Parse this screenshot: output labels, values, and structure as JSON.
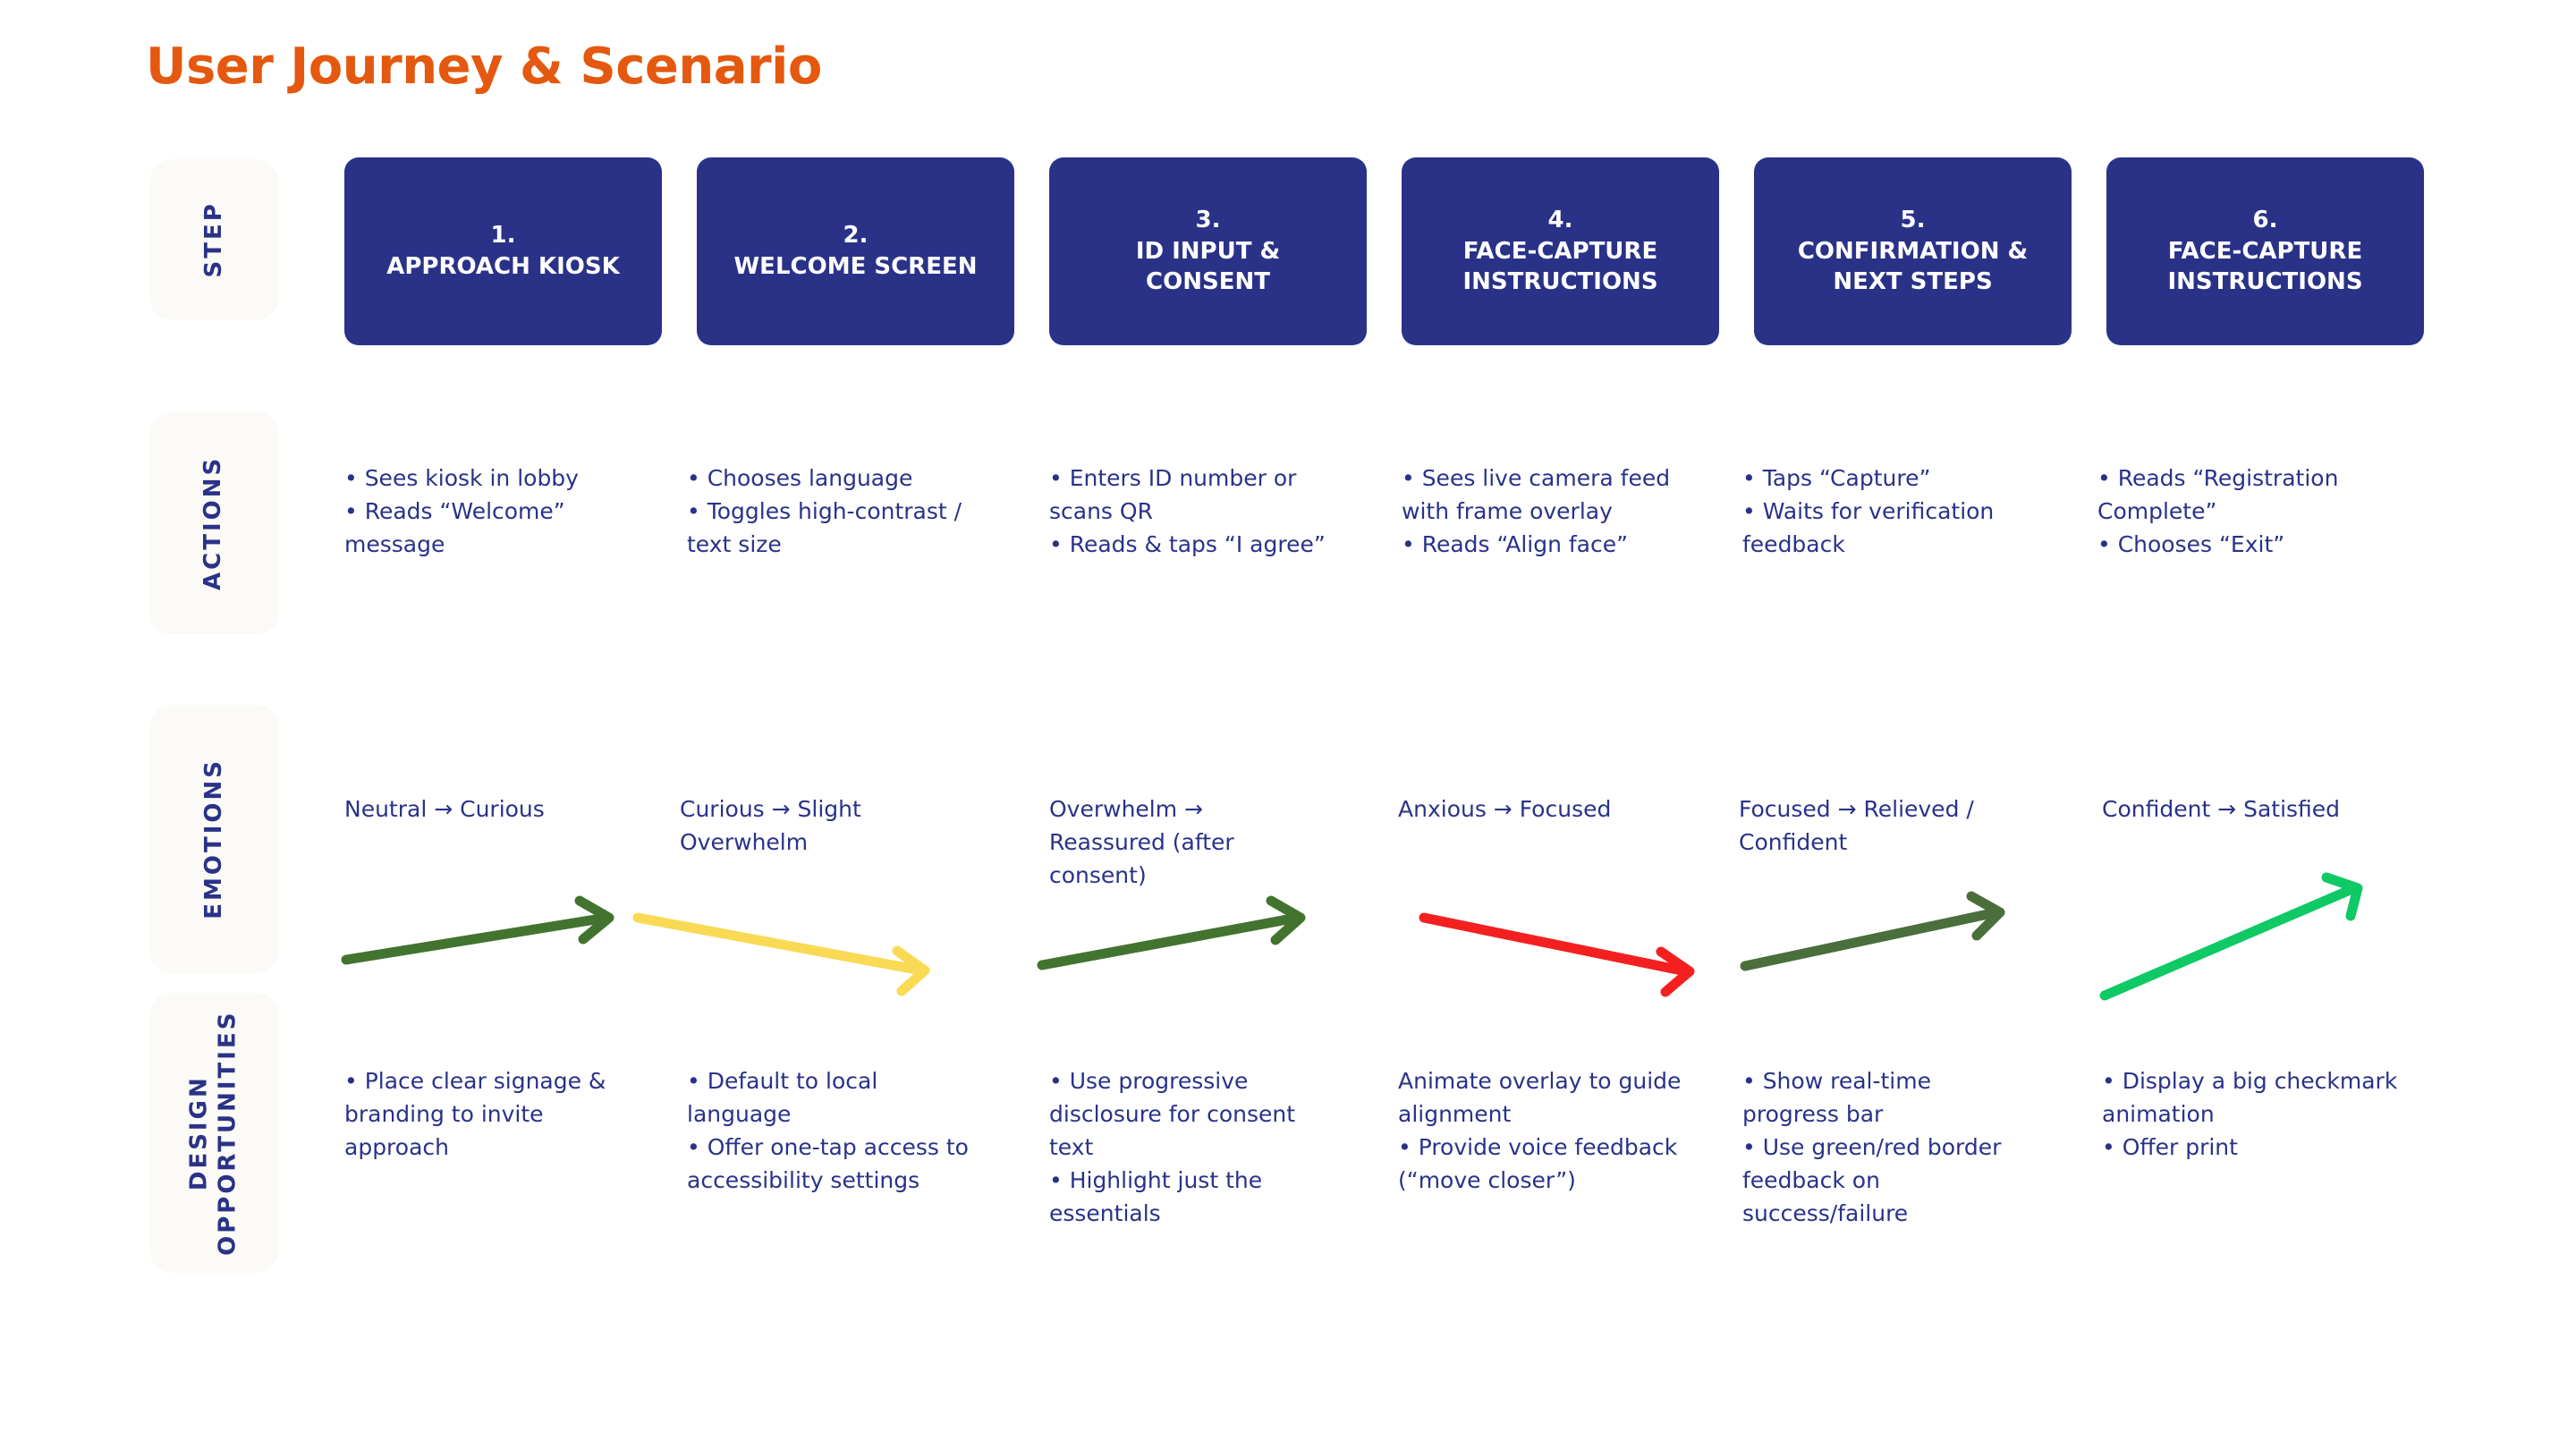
{
  "page": {
    "title": "User Journey & Scenario",
    "accent_color": "#e4580f",
    "navy_color": "#2a3288",
    "rail_bg_color": "#fbfaf6",
    "background_color": "#ffffff"
  },
  "rails": [
    {
      "key": "step",
      "label": "STEP"
    },
    {
      "key": "actions",
      "label": "ACTIONS"
    },
    {
      "key": "emotions",
      "label": "EMOTIONS"
    },
    {
      "key": "design",
      "label": "DESIGN\nOPPORTUNITIES"
    }
  ],
  "columns": [
    {
      "step_number": "1.",
      "step_name": "APPROACH KIOSK",
      "actions": "• Sees kiosk in lobby\n• Reads “Welcome”\nmessage",
      "emotion": "Neutral → Curious",
      "design": "• Place clear signage &\nbranding to invite\napproach",
      "arrow": {
        "name": "arrow-neutral-to-curious",
        "color": "#43742f",
        "direction": "up"
      }
    },
    {
      "step_number": "2.",
      "step_name": "WELCOME SCREEN",
      "actions": "• Chooses language\n• Toggles high-contrast /\ntext size",
      "emotion": "Curious → Slight\nOverwhelm",
      "design": "• Default to local\nlanguage\n• Offer one-tap access to\naccessibility settings",
      "arrow": {
        "name": "arrow-curious-to-overwhelm",
        "color": "#fada55",
        "direction": "down"
      }
    },
    {
      "step_number": "3.",
      "step_name": "ID INPUT &\nCONSENT",
      "actions": "• Enters ID number or\nscans QR\n• Reads & taps “I agree”",
      "emotion": "Overwhelm →\nReassured (after\nconsent)",
      "design": "• Use progressive\ndisclosure for consent\ntext\n• Highlight just the\nessentials",
      "arrow": {
        "name": "arrow-overwhelm-to-reassured",
        "color": "#43742f",
        "direction": "up"
      }
    },
    {
      "step_number": "4.",
      "step_name": "FACE-CAPTURE\nINSTRUCTIONS",
      "actions": "• Sees live camera feed\nwith frame overlay\n• Reads “Align face”",
      "emotion": "Anxious → Focused",
      "design": "Animate overlay to guide\nalignment\n• Provide voice feedback\n(“move closer”)",
      "arrow": {
        "name": "arrow-anxious-to-focused",
        "color": "#f42020",
        "direction": "down"
      }
    },
    {
      "step_number": "5.",
      "step_name": "CONFIRMATION &\nNEXT STEPS",
      "actions": "• Taps “Capture”\n• Waits for verification\nfeedback",
      "emotion": "Focused → Relieved /\nConfident",
      "design": "• Show real-time\nprogress bar\n• Use green/red border\nfeedback on\nsuccess/failure",
      "arrow": {
        "name": "arrow-focused-to-relieved",
        "color": "#4a6e3c",
        "direction": "up"
      }
    },
    {
      "step_number": "6.",
      "step_name": "FACE-CAPTURE\nINSTRUCTIONS",
      "actions": "• Reads “Registration\nComplete”\n• Chooses “Exit”",
      "emotion": "Confident → Satisfied",
      "design": "• Display a big checkmark\nanimation\n• Offer print",
      "arrow": {
        "name": "arrow-confident-to-satisfied",
        "color": "#0ec964",
        "direction": "up"
      }
    }
  ]
}
